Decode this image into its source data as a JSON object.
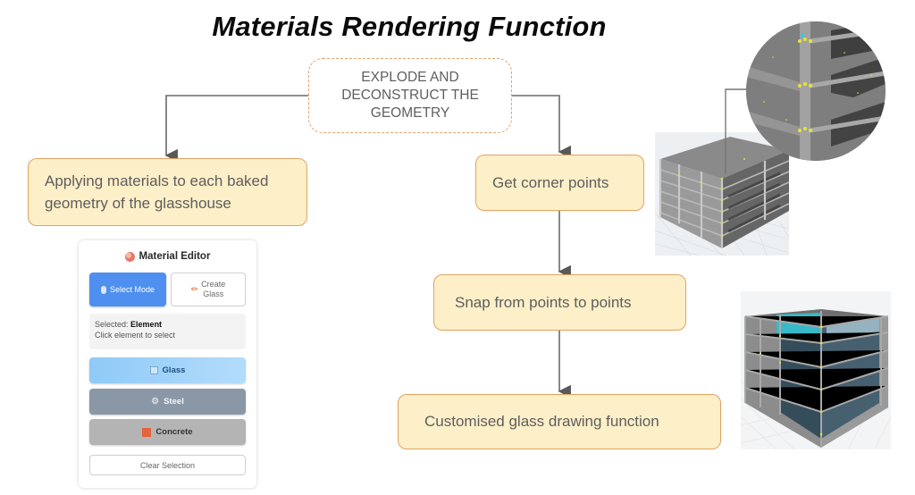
{
  "title": "Materials Rendering Function",
  "flow": {
    "start": "EXPLODE AND DECONSTRUCT  THE GEOMETRY",
    "left_branch": "Applying materials to each baked\ngeometry of the glasshouse",
    "right_steps": [
      "Get corner points",
      "Snap from points to points",
      "Customised glass drawing function"
    ]
  },
  "material_editor": {
    "header_icon": "palette-icon",
    "header": "Material Editor",
    "select_mode": {
      "icon": "mouse-icon",
      "label": "Select Mode"
    },
    "create_glass": {
      "icon": "pencil-icon",
      "label": "Create\nGlass"
    },
    "status_label": "Selected:",
    "status_value": "Element",
    "status_hint": "Click element to select",
    "materials": [
      {
        "icon": "glass-icon",
        "label": "Glass"
      },
      {
        "icon": "gear-icon",
        "label": "Steel"
      },
      {
        "icon": "concrete-icon",
        "label": "Concrete"
      }
    ],
    "clear_label": "Clear Selection"
  },
  "images": {
    "render_points": "building-wireframe-with-corner-points",
    "zoom_detail": "zoomed-corner-points-detail",
    "render_glass": "building-with-glass-panels"
  },
  "colors": {
    "node_fill": "#fdefc8",
    "node_border": "#e1a360",
    "start_border": "#e0a46a",
    "connector": "#6a6a6a",
    "select_blue": "#4e8ff0",
    "glass_blue": "#8fcaf8",
    "steel_gray": "#8a97a6",
    "concrete_gray": "#b4b4b4",
    "snap_point": "#e8e23a"
  }
}
